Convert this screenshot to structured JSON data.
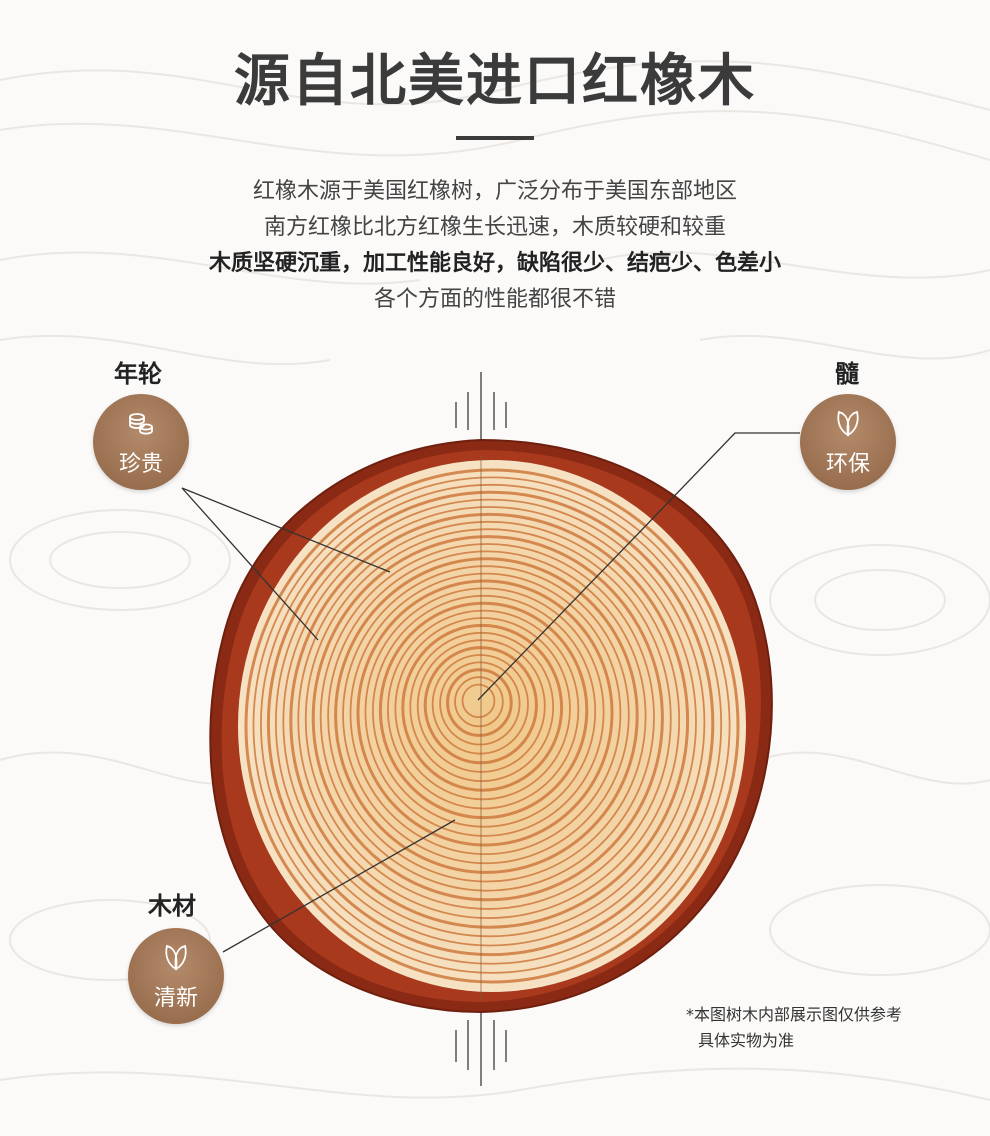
{
  "title": "源自北美进口红橡木",
  "description": {
    "line1": "红橡木源于美国红橡树，广泛分布于美国东部地区",
    "line2": "南方红橡比北方红橡生长迅速，木质较硬和较重",
    "line3": "木质坚硬沉重，加工性能良好，缺陷很少、结疤少、色差小",
    "line4": "各个方面的性能都很不错"
  },
  "callouts": {
    "rings": {
      "label": "年轮",
      "badge": "珍贵",
      "icon": "coins-icon"
    },
    "pith": {
      "label": "髓",
      "badge": "环保",
      "icon": "leaf-icon"
    },
    "wood": {
      "label": "木材",
      "badge": "清新",
      "icon": "leaf-icon"
    }
  },
  "note": {
    "line1": "*本图树木内部展示图仅供参考",
    "line2": "具体实物为准"
  },
  "colors": {
    "badge": "#9a6e4d",
    "bark": "#8a2a14",
    "ring": "#c8743a",
    "wood": "#f1cf9c"
  }
}
